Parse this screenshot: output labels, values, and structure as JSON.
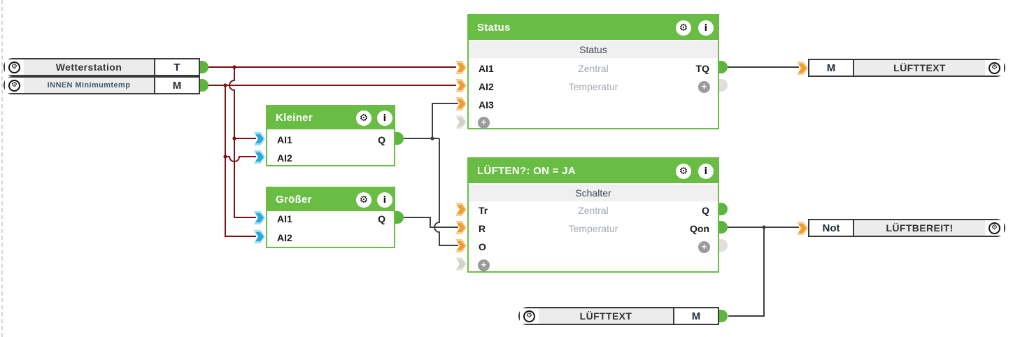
{
  "icons": {
    "gear": "⚙",
    "info": "i",
    "plus": "+"
  },
  "colors": {
    "block_green": "#69bd45",
    "wire_analog_red": "#7b1113",
    "wire_digital_gray": "#3f3f3f",
    "connector_orange": "#f09d33",
    "connector_blue": "#29a8dd",
    "connector_green": "#5cb63e"
  },
  "sensors": {
    "wetterstation": {
      "label": "Wetterstation",
      "port": "T"
    },
    "innen_minimumtemp": {
      "label": "INNEN Minimumtemp",
      "port": "M"
    }
  },
  "blocks": {
    "status": {
      "title": "Status",
      "subtitle": "Status",
      "desc_line1": "Zentral",
      "desc_line2": "Temperatur",
      "inputs": [
        "AI1",
        "AI2",
        "AI3"
      ],
      "outputs": [
        "TQ"
      ]
    },
    "kleiner": {
      "title": "Kleiner",
      "inputs": [
        "AI1",
        "AI2"
      ],
      "outputs": [
        "Q"
      ]
    },
    "groesser": {
      "title": "Größer",
      "inputs": [
        "AI1",
        "AI2"
      ],
      "outputs": [
        "Q"
      ]
    },
    "lueften": {
      "title": "LÜFTEN?: ON = JA",
      "subtitle": "Schalter",
      "desc_line1": "Zentral",
      "desc_line2": "Temperatur",
      "inputs": [
        "Tr",
        "R",
        "O"
      ],
      "outputs": [
        "Q",
        "Qon"
      ]
    }
  },
  "outputs": {
    "lufttext": {
      "port": "M",
      "label": "LÜFTTEXT"
    },
    "luftbereit": {
      "port": "Not",
      "label": "LÜFTBEREIT!"
    }
  },
  "memory_input": {
    "label": "LÜFTTEXT",
    "port": "M"
  }
}
